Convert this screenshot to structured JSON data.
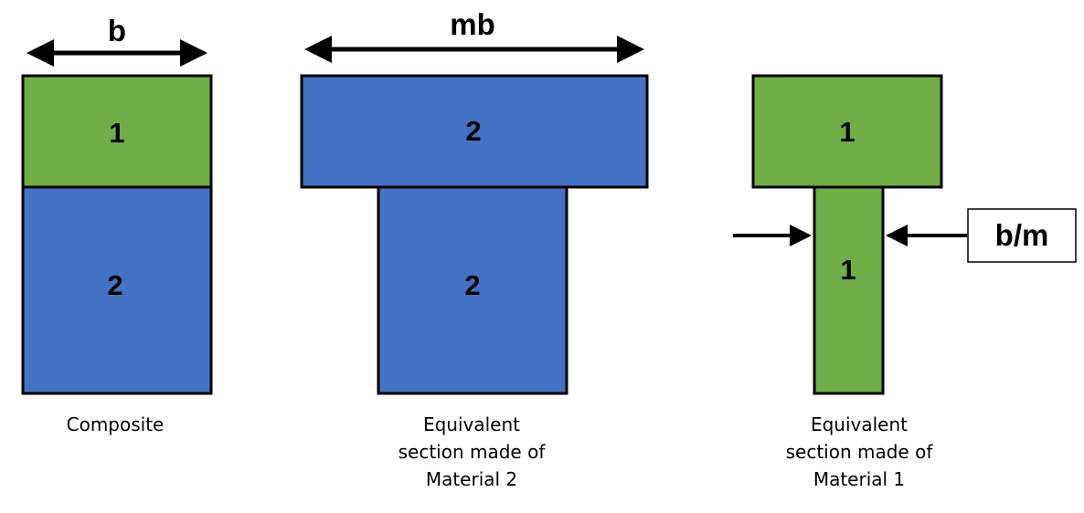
{
  "colors": {
    "material1": "#70ad47",
    "material2": "#4472c4",
    "outline": "#000000"
  },
  "composite": {
    "width_label": "b",
    "top_label": "1",
    "bottom_label": "2",
    "caption": [
      "Composite"
    ]
  },
  "equivalent_material2": {
    "width_label": "mb",
    "top_label": "2",
    "bottom_label": "2",
    "caption": [
      "Equivalent",
      "section made of",
      "Material 2"
    ]
  },
  "equivalent_material1": {
    "width_label": "b/m",
    "top_label": "1",
    "bottom_label": "1",
    "caption": [
      "Equivalent",
      "section made of",
      "Material 1"
    ]
  }
}
